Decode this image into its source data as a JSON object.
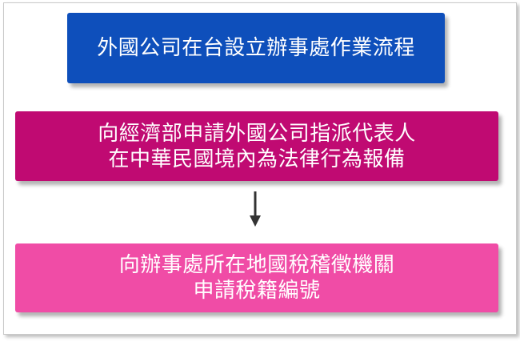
{
  "title": {
    "text": "外國公司在台設立辦事處作業流程",
    "color": "#0e4fbb"
  },
  "steps": [
    {
      "line1": "向經濟部申請外國公司指派代表人",
      "line2": "在中華民國境內為法律行為報備",
      "color": "#c00a72"
    },
    {
      "line1": "向辦事處所在地國稅稽徵機關",
      "line2": "申請稅籍編號",
      "color": "#f04ca6"
    }
  ],
  "arrow": {
    "icon": "arrow-down-icon",
    "color": "#333333"
  }
}
